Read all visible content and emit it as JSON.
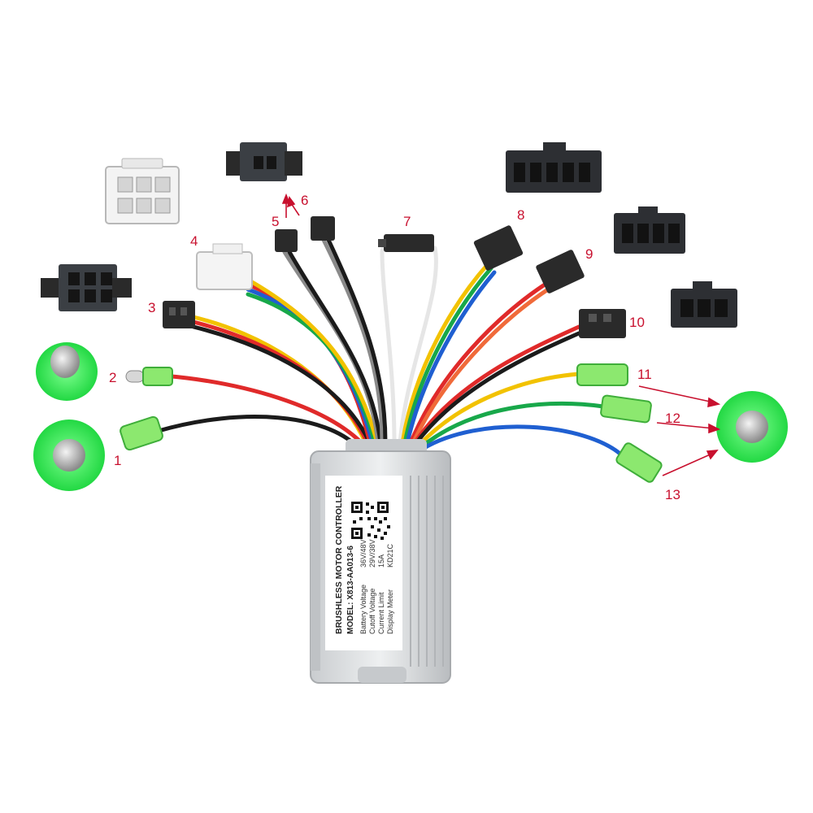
{
  "product": {
    "label_title": "BRUSHLESS MOTOR CONTROLLER",
    "label_model": "MODEL: X813-AA013-6",
    "specs": [
      {
        "name": "Battery Voltage",
        "value": "36V/48V"
      },
      {
        "name": "Cutoff Voltage",
        "value": "29V/38V"
      },
      {
        "name": "Current Limit",
        "value": "15A"
      },
      {
        "name": "Display Meter",
        "value": "KD21C"
      }
    ]
  },
  "callouts": [
    "1",
    "2",
    "3",
    "4",
    "5",
    "6",
    "7",
    "8",
    "9",
    "10",
    "11",
    "12",
    "13"
  ],
  "colors": {
    "callout": "#c8102e",
    "bullet_green": "#3ee65a",
    "housing": "#d9dcde",
    "wire_red": "#e02a2a",
    "wire_black": "#1b1b1b",
    "wire_yellow": "#f2c200",
    "wire_green": "#18a84a",
    "wire_blue": "#1f5fd1"
  }
}
